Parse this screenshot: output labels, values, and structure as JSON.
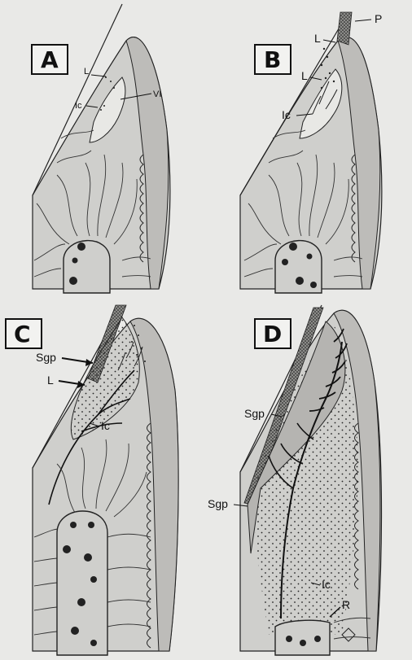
{
  "figure": {
    "panels": [
      {
        "id": "A",
        "letter": "A",
        "labels": {
          "L": "L",
          "VI": "VI",
          "Ic": "Ic"
        }
      },
      {
        "id": "B",
        "letter": "B",
        "labels": {
          "P": "P",
          "L1": "L",
          "L2": "L",
          "Ic": "Ic"
        }
      },
      {
        "id": "C",
        "letter": "C",
        "labels": {
          "Sgp": "Sgp",
          "L": "L",
          "Ic": "Ic"
        }
      },
      {
        "id": "D",
        "letter": "D",
        "labels": {
          "Sgp1": "Sgp",
          "Sgp2": "Sgp",
          "Ic": "Ic",
          "R": "R"
        }
      }
    ]
  },
  "colors": {
    "page": "#e9e9e7",
    "tissue": "#cfcfcc",
    "epithelium": "#b9b8b5",
    "line": "#1a1a1a"
  }
}
